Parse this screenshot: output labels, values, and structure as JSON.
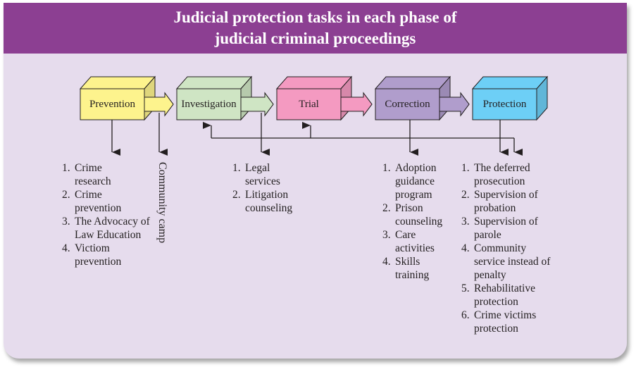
{
  "title": {
    "line1": "Judicial protection tasks in each phase of",
    "line2": "judicial criminal proceedings"
  },
  "colors": {
    "header_bg": "#8c3f92",
    "panel_bg": "#e6dced",
    "prevention": "#fdf38d",
    "investigation": "#cfe5c4",
    "trial": "#f49ac1",
    "correction": "#b09dcc",
    "protection": "#6dcff6"
  },
  "phases": [
    {
      "id": "prevention",
      "label": "Prevention"
    },
    {
      "id": "investigation",
      "label": "Investigation"
    },
    {
      "id": "trial",
      "label": "Trial"
    },
    {
      "id": "correction",
      "label": "Correction"
    },
    {
      "id": "protection",
      "label": "Protection"
    }
  ],
  "side_label": "Community camp",
  "lists": {
    "prevention": [
      {
        "num": "1.",
        "lines": [
          "Crime",
          "research"
        ]
      },
      {
        "num": "2.",
        "lines": [
          "Crime",
          "prevention"
        ]
      },
      {
        "num": "3.",
        "lines": [
          "The Advocacy of",
          "Law Education"
        ]
      },
      {
        "num": "4.",
        "lines": [
          "Victiom",
          "prevention"
        ]
      }
    ],
    "investigation": [
      {
        "num": "1.",
        "lines": [
          "Legal",
          "services"
        ]
      },
      {
        "num": "2.",
        "lines": [
          "Litigation",
          "counseling"
        ]
      }
    ],
    "correction": [
      {
        "num": "1.",
        "lines": [
          "Adoption",
          "guidance",
          "program"
        ]
      },
      {
        "num": "2.",
        "lines": [
          "Prison",
          "counseling"
        ]
      },
      {
        "num": "3.",
        "lines": [
          "Care",
          "activities"
        ]
      },
      {
        "num": "4.",
        "lines": [
          "Skills",
          "training"
        ]
      }
    ],
    "protection": [
      {
        "num": "1.",
        "lines": [
          "The deferred",
          "prosecution"
        ]
      },
      {
        "num": "2.",
        "lines": [
          "Supervision of",
          "probation"
        ]
      },
      {
        "num": "3.",
        "lines": [
          "Supervision of",
          "parole"
        ]
      },
      {
        "num": "4.",
        "lines": [
          "Community",
          "service instead of",
          "penalty"
        ]
      },
      {
        "num": "5.",
        "lines": [
          "Rehabilitative",
          "protection"
        ]
      },
      {
        "num": "6.",
        "lines": [
          "Crime victims",
          "protection"
        ]
      }
    ]
  }
}
